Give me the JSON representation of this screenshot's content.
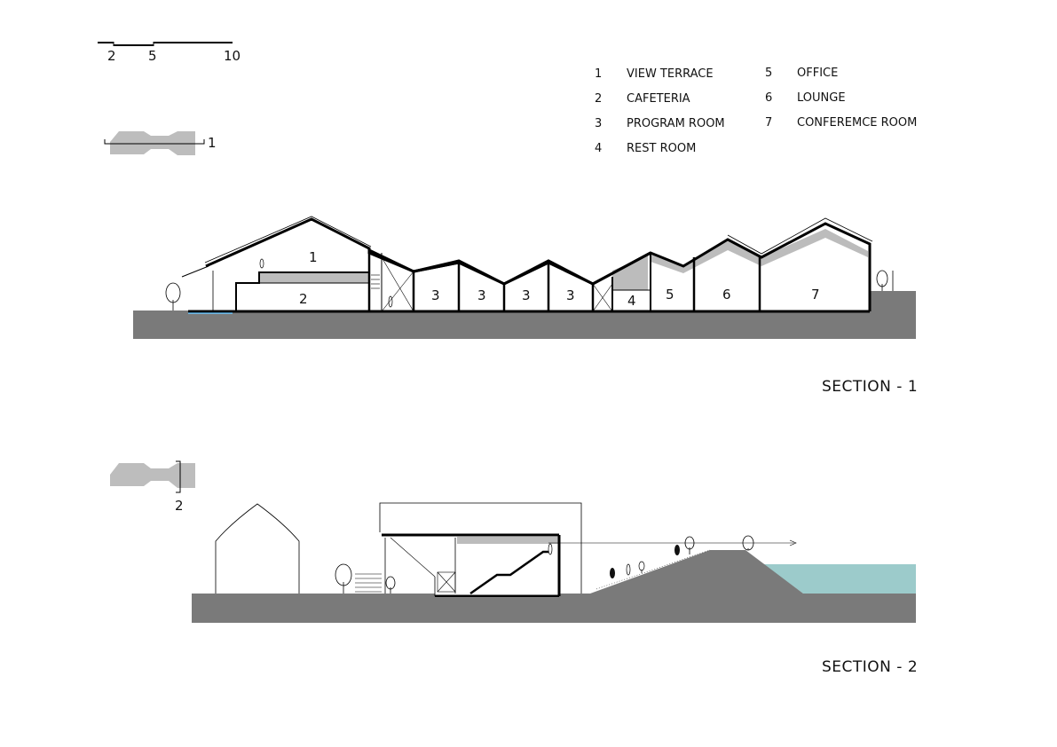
{
  "scale_bar": {
    "labels": [
      "2",
      "5",
      "10"
    ]
  },
  "key_plan_1": {
    "marker": "1"
  },
  "key_plan_2": {
    "marker": "2"
  },
  "legend": [
    {
      "num": "1",
      "label": "VIEW TERRACE"
    },
    {
      "num": "2",
      "label": "CAFETERIA"
    },
    {
      "num": "3",
      "label": "PROGRAM ROOM"
    },
    {
      "num": "4",
      "label": "REST ROOM"
    },
    {
      "num": "5",
      "label": "OFFICE"
    },
    {
      "num": "6",
      "label": "LOUNGE"
    },
    {
      "num": "7",
      "label": "CONFEREMCE ROOM"
    }
  ],
  "section1": {
    "title": "SECTION - 1",
    "rooms": [
      "1",
      "2",
      "3",
      "3",
      "3",
      "3",
      "4",
      "5",
      "6",
      "7"
    ]
  },
  "section2": {
    "title": "SECTION - 2"
  },
  "colors": {
    "ground": "#7a7a7a",
    "water": "#9ccbcb",
    "fill_gray": "#bcbcbc",
    "line": "#000000"
  }
}
